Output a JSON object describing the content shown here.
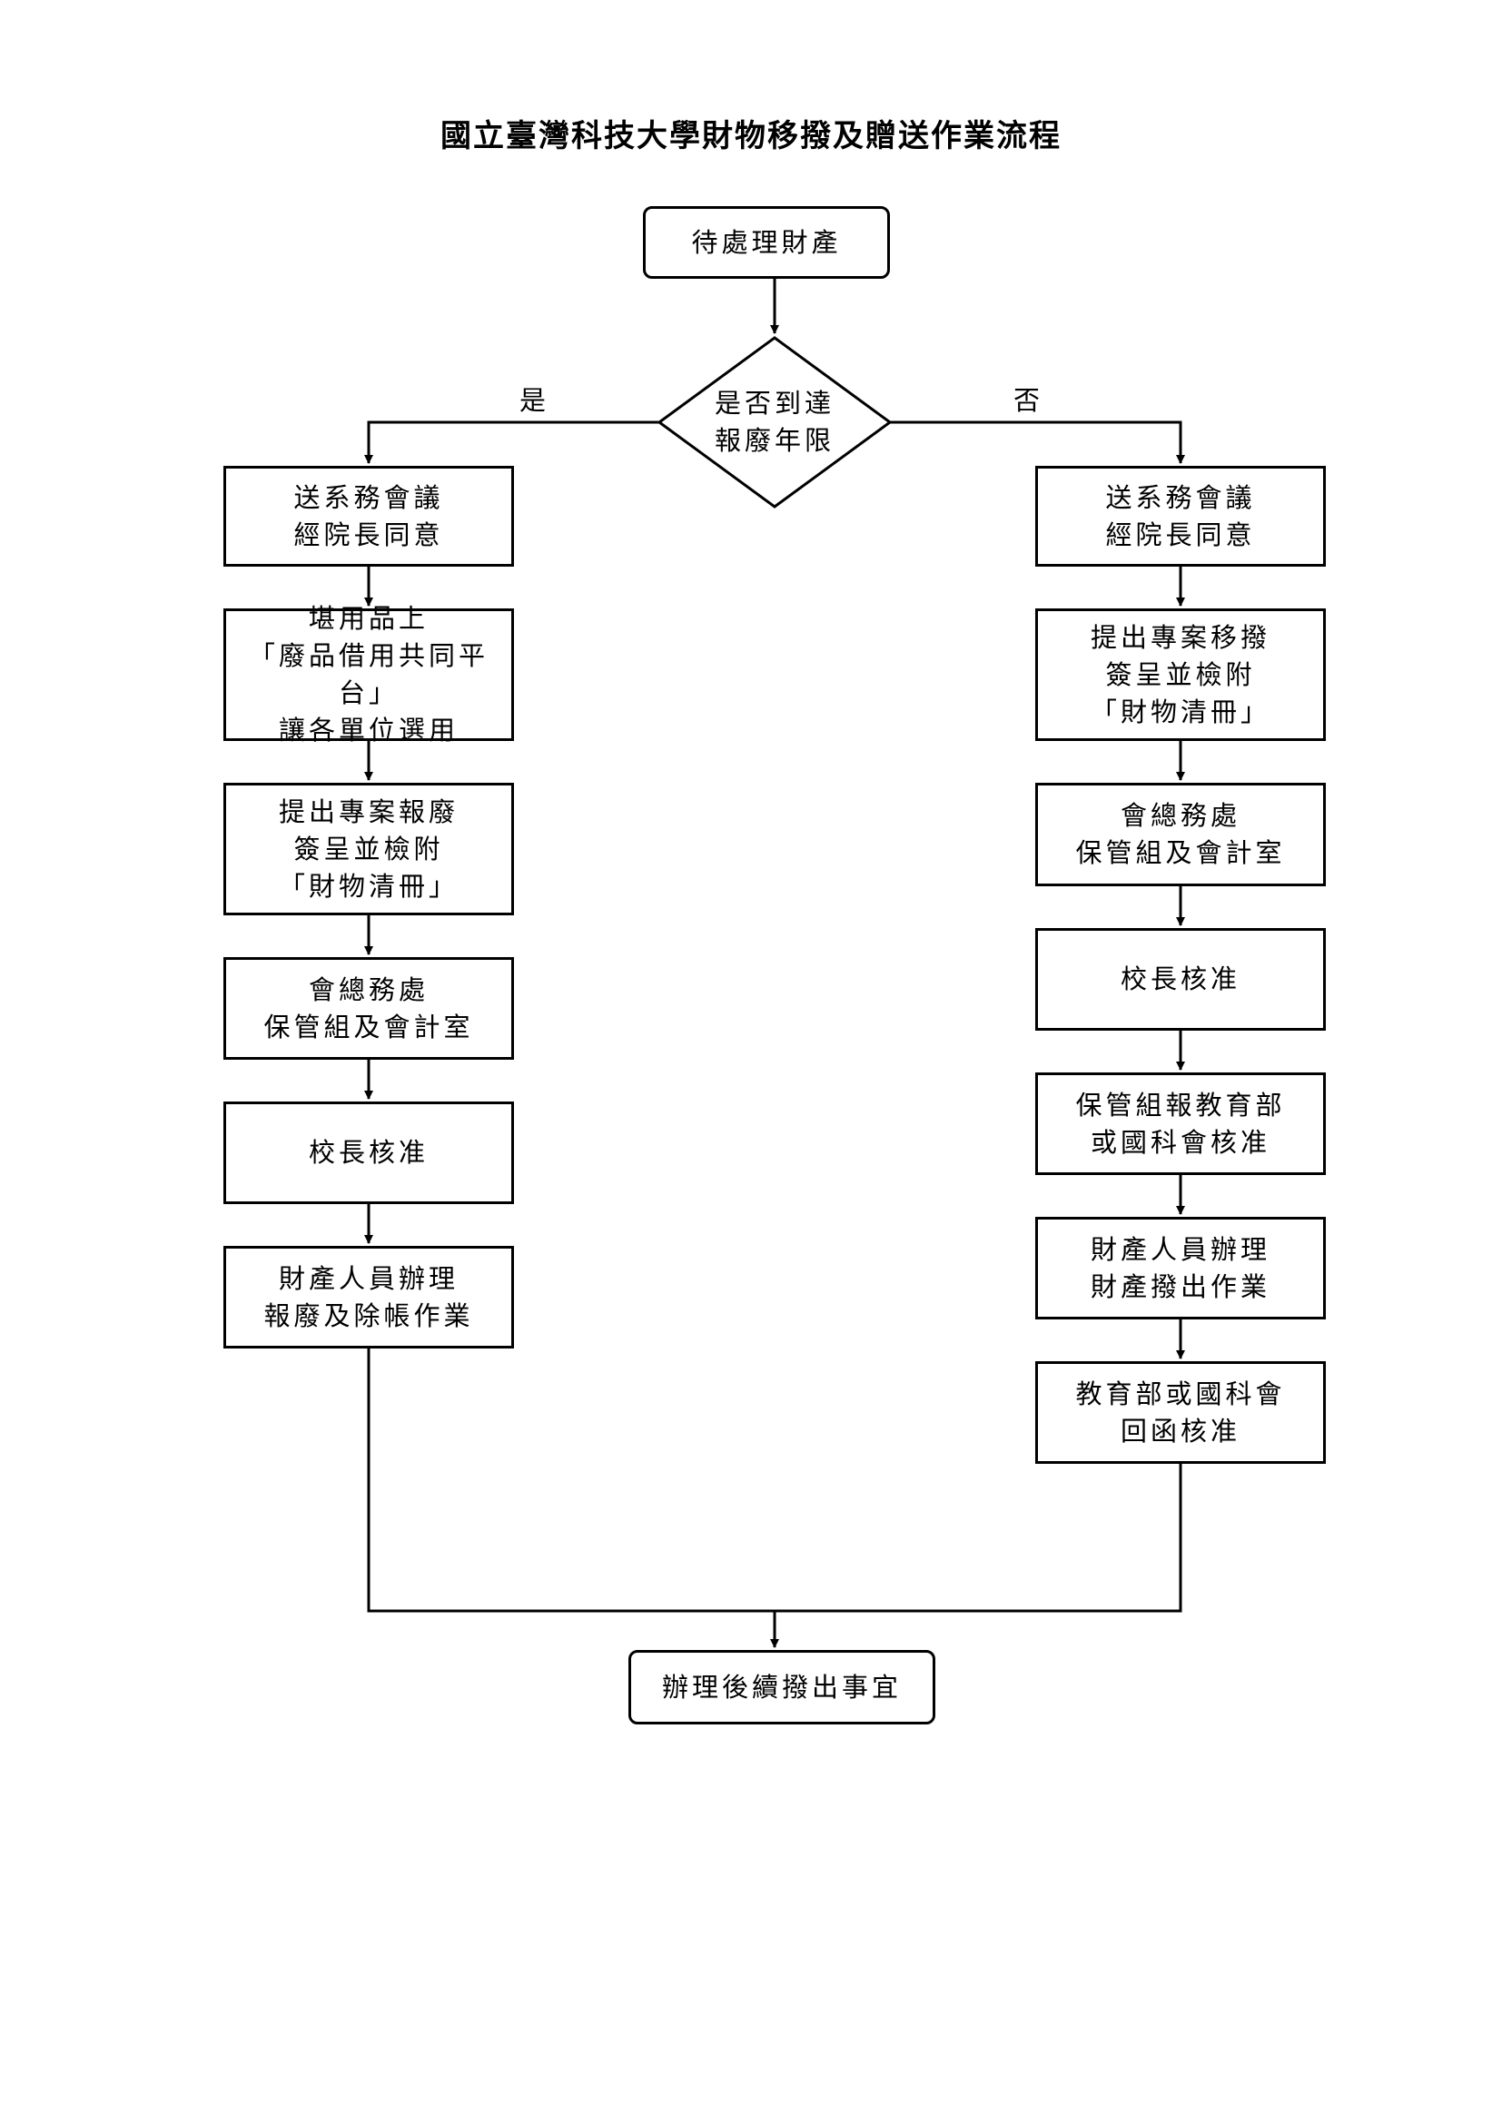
{
  "title": "國立臺灣科技大學財物移撥及贈送作業流程",
  "start": "待處理財產",
  "decision": "是否到達\n報廢年限",
  "branch_yes": "是",
  "branch_no": "否",
  "left_steps": [
    "送系務會議\n經院長同意",
    "堪用品上\n「廢品借用共同平台」\n讓各單位選用",
    "提出專案報廢\n簽呈並檢附\n「財物清冊」",
    "會總務處\n保管組及會計室",
    "校長核准",
    "財產人員辦理\n報廢及除帳作業"
  ],
  "right_steps": [
    "送系務會議\n經院長同意",
    "提出專案移撥\n簽呈並檢附\n「財物清冊」",
    "會總務處\n保管組及會計室",
    "校長核准",
    "保管組報教育部\n或國科會核准",
    "財產人員辦理\n財產撥出作業",
    "教育部或國科會\n回函核准"
  ],
  "end": "辦理後續撥出事宜"
}
